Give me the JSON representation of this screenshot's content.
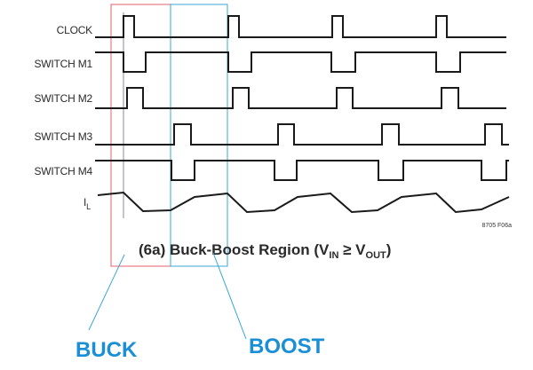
{
  "figure": {
    "caption_prefix": "(6a) Buck-Boost Region (V",
    "caption_sub_in": "IN",
    "caption_middle": " ≥ V",
    "caption_sub_out": "OUT",
    "caption_suffix": ")",
    "figure_id": "8705 F06a"
  },
  "signals": [
    {
      "id": "clock",
      "label": "CLOCK"
    },
    {
      "id": "m1",
      "label": "SWITCH M1"
    },
    {
      "id": "m2",
      "label": "SWITCH M2"
    },
    {
      "id": "m3",
      "label": "SWITCH M3"
    },
    {
      "id": "m4",
      "label": "SWITCH M4"
    },
    {
      "id": "il",
      "label": "I",
      "label_sub": "L"
    }
  ],
  "timing": {
    "periods_shown": 4,
    "clock_pulse_fraction": 0.1,
    "m1_low_fraction": 0.22,
    "m2_high_fraction": 0.16,
    "m3_high_fraction": 0.16,
    "m4_low_fraction": 0.23
  },
  "annotations": {
    "buck_label": "BUCK",
    "boost_label": "BOOST",
    "buck_color": "#e0606a",
    "boost_color": "#3aa6d6",
    "label_color": "#1a8fd6"
  }
}
